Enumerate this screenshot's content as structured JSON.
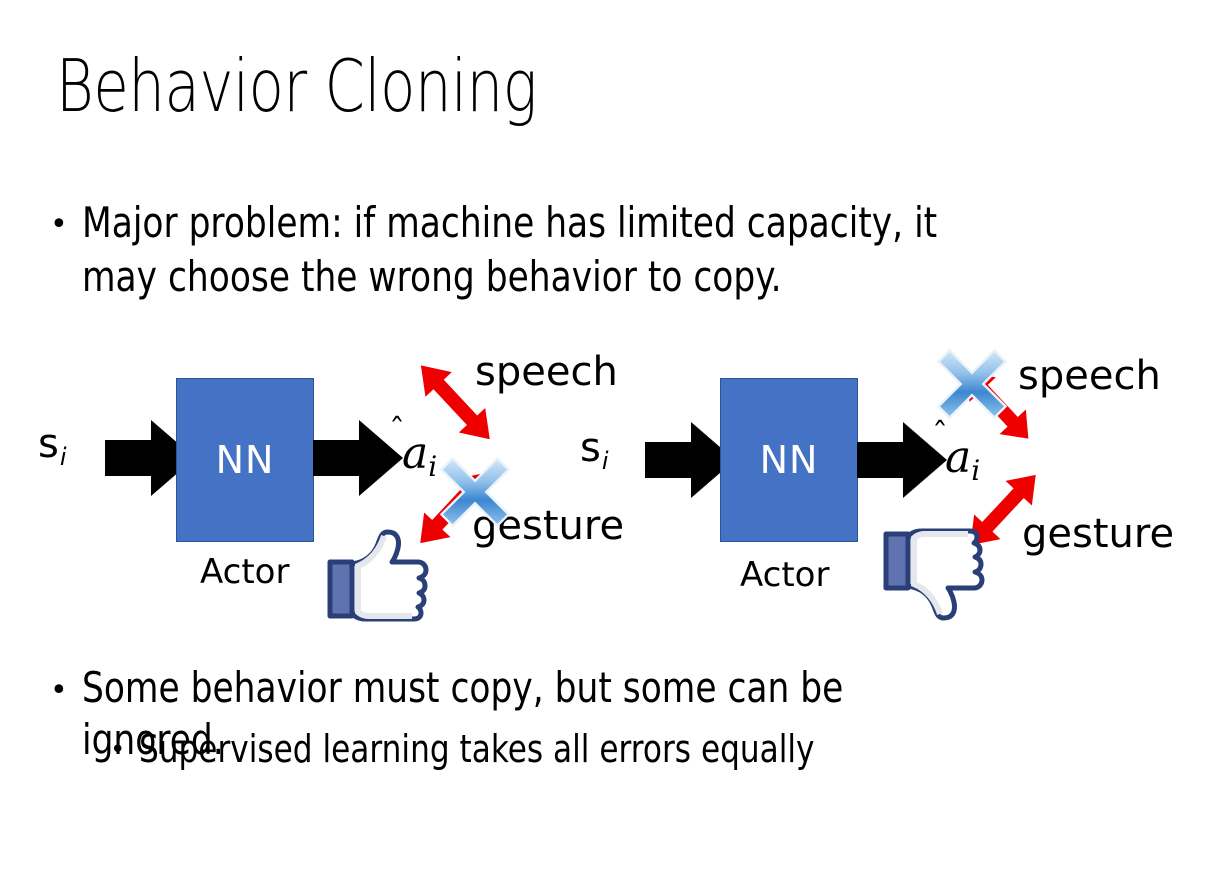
{
  "slide": {
    "title": "Behavior Cloning",
    "background_color": "#FFFFFF",
    "accent_blue": "#4472C4",
    "arrow_red": "#EE0000",
    "thumb_blue": "#3B5998",
    "x_blue": "#2A7FD4"
  },
  "bullets": {
    "top": {
      "marker": "•",
      "text": "Major problem: if machine has limited capacity, it\nmay choose the wrong behavior to copy."
    },
    "bottom": {
      "marker": "•",
      "text": "Some behavior must copy, but some can be ignored."
    },
    "sub": {
      "marker": "•",
      "text": "Supervised learning takes all errors equally"
    }
  },
  "diagrams": [
    {
      "id": "left",
      "input_label": "s",
      "input_subscript": "i",
      "box_label": "NN",
      "box_caption": "Actor",
      "output_label": "a",
      "output_subscript": "i",
      "branch_top_label": "speech",
      "branch_bottom_label": "gesture",
      "crossed_branch": "gesture",
      "feedback_icon": "thumbs-up-icon"
    },
    {
      "id": "right",
      "input_label": "s",
      "input_subscript": "i",
      "box_label": "NN",
      "box_caption": "Actor",
      "output_label": "a",
      "output_subscript": "i",
      "branch_top_label": "speech",
      "branch_bottom_label": "gesture",
      "crossed_branch": "speech",
      "feedback_icon": "thumbs-down-icon"
    }
  ]
}
